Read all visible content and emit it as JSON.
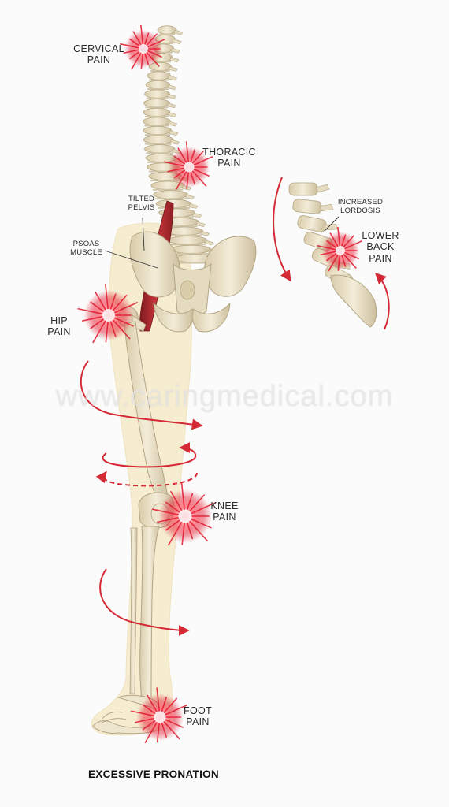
{
  "labels": {
    "cervical_pain": [
      "CERVICAL",
      "PAIN"
    ],
    "thoracic_pain": [
      "THORACIC",
      "PAIN"
    ],
    "tilted_pelvis": [
      "TILTED",
      "PELVIS"
    ],
    "psoas_muscle": [
      "PSOAS",
      "MUSCLE"
    ],
    "hip_pain": [
      "HIP",
      "PAIN"
    ],
    "increased_lordosis": [
      "INCREASED",
      "LORDOSIS"
    ],
    "lower_back_pain": [
      "LOWER",
      "BACK",
      "PAIN"
    ],
    "knee_pain": [
      "KNEE",
      "PAIN"
    ],
    "foot_pain": [
      "FOOT",
      "PAIN"
    ]
  },
  "title": "EXCESSIVE PRONATION",
  "watermark": "www.caringmedical.com",
  "colors": {
    "background": "#fbfbfb",
    "bone": "#ece3cc",
    "bone_shade": "#c9bc9c",
    "leg_silhouette": "#f6ecd0",
    "pain_red": "#e0162b",
    "muscle": "#b3242b",
    "arrow": "#d42a35"
  },
  "icons": [
    "spine-skeleton",
    "pelvis-bone",
    "femur-bone",
    "tibia-bone",
    "foot-bones",
    "pain-burst",
    "rotation-arrow",
    "lumbar-spine-inset"
  ]
}
